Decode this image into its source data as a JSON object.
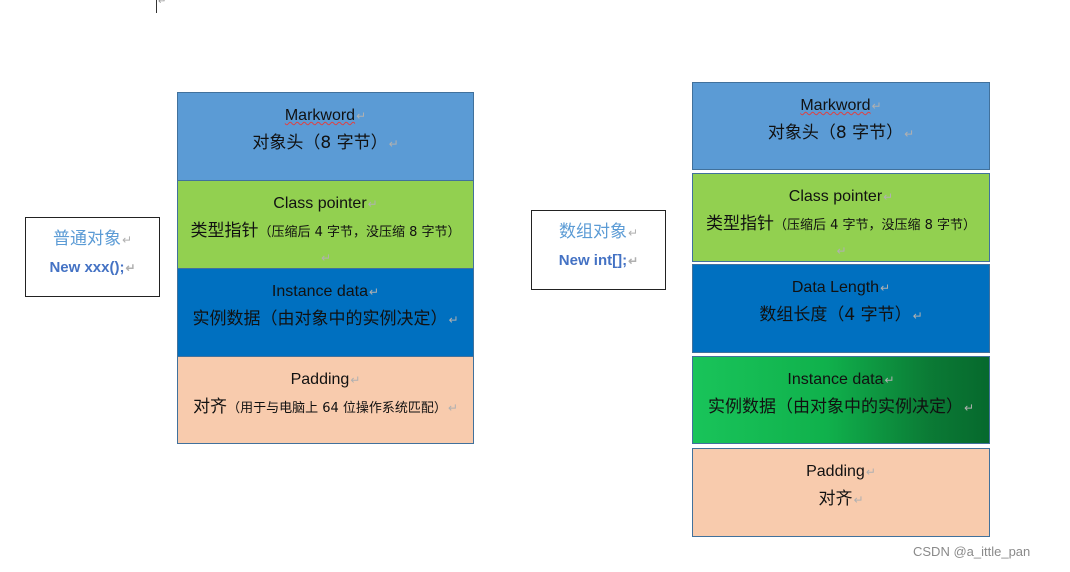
{
  "left_label": {
    "title": "普通对象",
    "code": "New xxx();"
  },
  "right_label": {
    "title": "数组对象",
    "code": "New int[];"
  },
  "left_blocks": [
    {
      "en": "Markword",
      "zh": "对象头（8 字节）",
      "zh_small": ""
    },
    {
      "en": "Class pointer",
      "zh": "类型指针",
      "zh_small": "（压缩后 4 字节，没压缩 8 字节）"
    },
    {
      "en": "Instance data",
      "zh": "实例数据（由对象中的实例决定）",
      "zh_small": ""
    },
    {
      "en": "Padding",
      "zh": "对齐",
      "zh_small": "（用于与电脑上 64 位操作系统匹配）"
    }
  ],
  "right_blocks": [
    {
      "en": "Markword",
      "zh": "对象头（8 字节）",
      "zh_small": ""
    },
    {
      "en": "Class pointer",
      "zh": "类型指针",
      "zh_small": "（压缩后 4 字节，没压缩 8 字节）"
    },
    {
      "en": "Data Length",
      "zh": "数组长度（4 字节）",
      "zh_small": ""
    },
    {
      "en": "Instance data",
      "zh": "实例数据（由对象中的实例决定）",
      "zh_small": ""
    },
    {
      "en": "Padding",
      "zh": "对齐",
      "zh_small": ""
    }
  ],
  "return_mark": "↵",
  "watermark": "CSDN @a_ittle_pan",
  "colors": {
    "markword": "#5b9bd5",
    "class_pointer": "#92d050",
    "instance_data": "#0070c0",
    "data_length": "#0070c0",
    "instance_data_array": "gradient-green",
    "padding": "#f8cbad"
  }
}
